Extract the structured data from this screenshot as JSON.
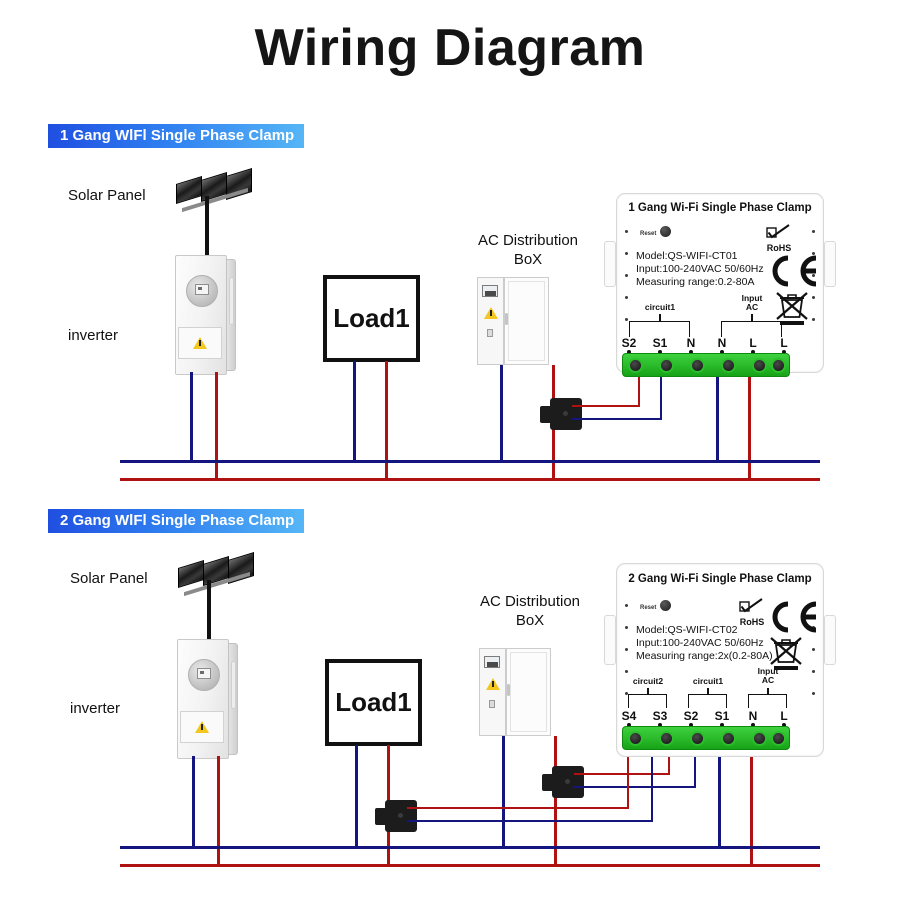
{
  "page": {
    "title": "Wiring Diagram",
    "background": "#ffffff"
  },
  "colors": {
    "banner_start": "#1f4fe0",
    "banner_end": "#55b6f6",
    "live_wire": "#b01212",
    "neutral_wire": "#15157f",
    "dc_wire": "#111111",
    "terminal_green": "#17a317",
    "warning_yellow": "#f3c620"
  },
  "sections": [
    {
      "banner": "1 Gang WlFl Single Phase Clamp",
      "labels": {
        "solar_panel": "Solar Panel",
        "inverter": "inverter",
        "load": "Load1",
        "ac_box_line1": "AC Distribution",
        "ac_box_line2": "BoX"
      },
      "device": {
        "title": "1 Gang Wi-Fi Single Phase Clamp",
        "reset": "Reset",
        "model": "Model:QS-WIFI-CT01",
        "input": "Input:100-240VAC 50/60Hz",
        "range": "Measuring range:0.2-80A",
        "rohs": "RoHS",
        "terminals": [
          "S2",
          "S1",
          "N",
          "N",
          "L",
          "L"
        ],
        "groups": [
          {
            "label": "circuit1",
            "label_line2": ""
          },
          {
            "label": "Input",
            "label_line2": "AC"
          }
        ]
      },
      "clamp_count": 1
    },
    {
      "banner": "2 Gang WlFl Single Phase Clamp",
      "labels": {
        "solar_panel": "Solar Panel",
        "inverter": "inverter",
        "load": "Load1",
        "ac_box_line1": "AC Distribution",
        "ac_box_line2": "BoX"
      },
      "device": {
        "title": "2 Gang Wi-Fi Single Phase Clamp",
        "reset": "Reset",
        "model": "Model:QS-WIFI-CT02",
        "input": "Input:100-240VAC 50/60Hz",
        "range": "Measuring range:2x(0.2-80A)",
        "rohs": "RoHS",
        "terminals": [
          "S4",
          "S3",
          "S2",
          "S1",
          "N",
          "L"
        ],
        "groups": [
          {
            "label": "circuit2",
            "label_line2": ""
          },
          {
            "label": "circuit1",
            "label_line2": ""
          },
          {
            "label": "Input",
            "label_line2": "AC"
          }
        ]
      },
      "clamp_count": 2
    }
  ]
}
